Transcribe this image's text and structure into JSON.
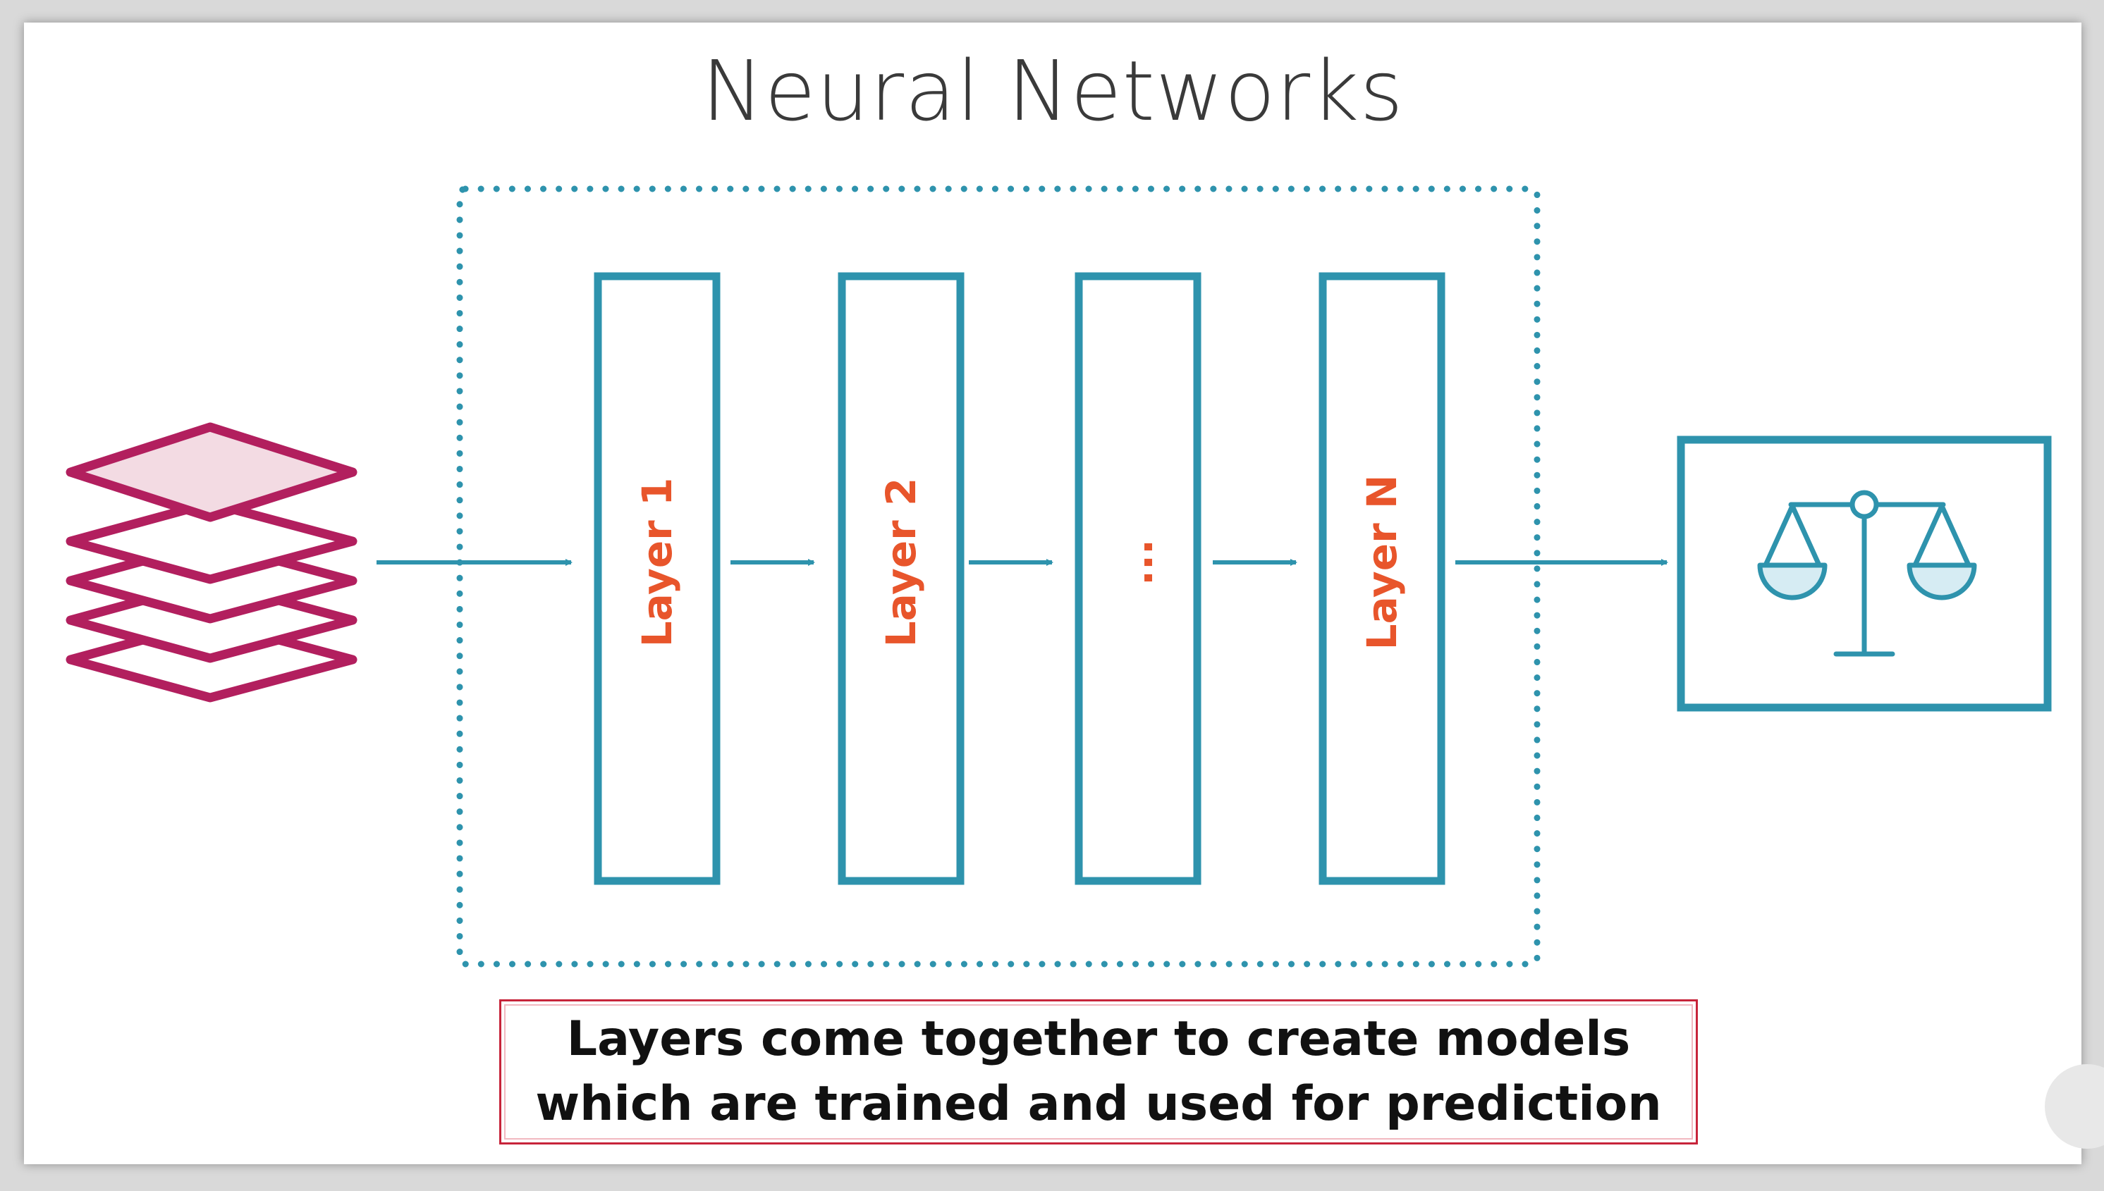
{
  "title": "Neural Networks",
  "layers": [
    {
      "label": "Layer 1"
    },
    {
      "label": "Layer 2"
    },
    {
      "label": "..."
    },
    {
      "label": "Layer N"
    }
  ],
  "caption": {
    "line1": "Layers come together to create models",
    "line2": "which are trained and used for prediction"
  },
  "icons": {
    "input": "layers-stack-icon",
    "output": "balance-scale-icon"
  },
  "colors": {
    "teal": "#2e93ad",
    "label_orange": "#e8552b",
    "stack_magenta": "#b21f5e",
    "stack_fill": "#f3dbe3",
    "caption_border": "#c7243a"
  }
}
